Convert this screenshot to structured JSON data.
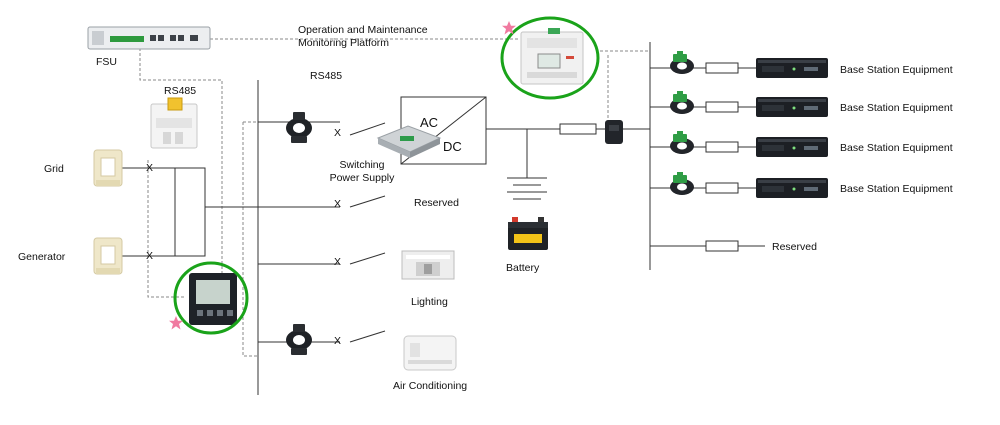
{
  "labels": {
    "fsu": "FSU",
    "platform_line1": "Operation and Maintenance",
    "platform_line2": "Monitoring Platform",
    "rs485_bus": "RS485",
    "rs485_meter": "RS485",
    "grid": "Grid",
    "generator": "Generator",
    "switching_line1": "Switching",
    "switching_line2": "Power Supply",
    "ac": "AC",
    "dc": "DC",
    "reserved_ac": "Reserved",
    "lighting": "Lighting",
    "air_conditioning": "Air Conditioning",
    "battery": "Battery",
    "bse_1": "Base Station Equipment",
    "bse_2": "Base Station Equipment",
    "bse_3": "Base Station Equipment",
    "bse_4": "Base Station Equipment",
    "reserved_dc": "Reserved",
    "switch_mark": "X"
  },
  "colors": {
    "line": "#333333",
    "dashed": "#8a8a8a",
    "highlight_ring": "#1aa31a",
    "star": "#f07aa0",
    "device_dark": "#1e2228",
    "device_light": "#e9e6d6"
  },
  "icons": [
    "fsu-unit-icon",
    "dc-meter-icon",
    "dc-sensor-icon",
    "breaker-icon",
    "ct-icon",
    "ac-meter-icon",
    "power-supply-icon",
    "lamp-icon",
    "air-conditioner-icon",
    "battery-icon",
    "rack-server-icon",
    "star-icon"
  ]
}
